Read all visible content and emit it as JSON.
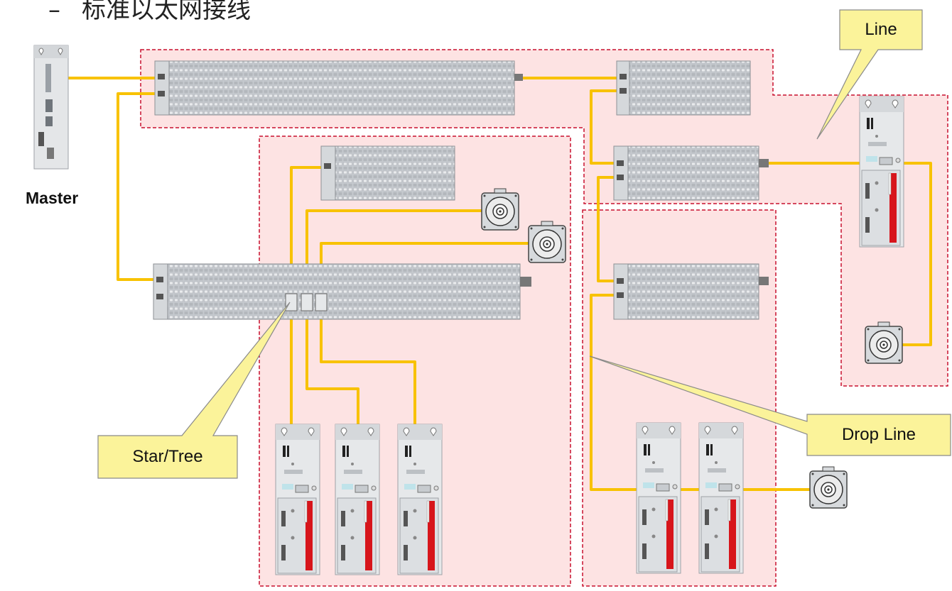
{
  "heading": {
    "bullet": "–",
    "text": "标准以太网接线"
  },
  "master": {
    "label": "Master"
  },
  "callouts": {
    "line": "Line",
    "star_tree": "Star/Tree",
    "drop_line": "Drop Line"
  },
  "colors": {
    "cable": "#f8c200",
    "zone_fill": "#fde3e3",
    "zone_border": "#c8102e",
    "callout_fill": "#fbf39a",
    "callout_border": "#8a8a8a",
    "module_body": "#cdd1d6",
    "drive_accent": "#d7151b"
  },
  "icons": [
    "master-controller-icon",
    "io-module-icon",
    "servo-drive-icon",
    "servo-motor-icon"
  ]
}
